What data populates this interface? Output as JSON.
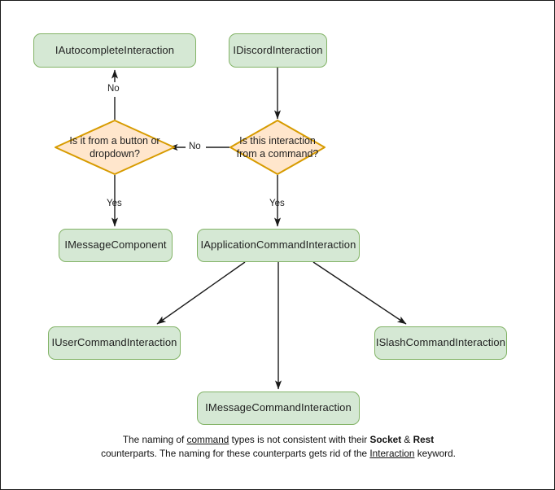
{
  "diagram": {
    "title": "Discord interaction type hierarchy flowchart",
    "colors": {
      "box_fill": "#d5e8d4",
      "box_stroke": "#82b366",
      "decision_fill": "#ffe6cc",
      "decision_stroke": "#d79b00",
      "edge_stroke": "#1a1a1a",
      "canvas_border": "#1a1a1a",
      "text": "#1f1f1f"
    },
    "nodes": [
      {
        "id": "autocomplete",
        "shape": "box",
        "label": "IAutocompleteInteraction"
      },
      {
        "id": "discord",
        "shape": "box",
        "label": "IDiscordInteraction"
      },
      {
        "id": "decision_button",
        "shape": "diamond",
        "label": "Is it from a button or dropdown?"
      },
      {
        "id": "decision_command",
        "shape": "diamond",
        "label": "Is this interaction from a command?"
      },
      {
        "id": "message_component",
        "shape": "box",
        "label": "IMessageComponent"
      },
      {
        "id": "app_command",
        "shape": "box",
        "label": "IApplicationCommandInteraction"
      },
      {
        "id": "user_command",
        "shape": "box",
        "label": "IUserCommandInteraction"
      },
      {
        "id": "slash_command",
        "shape": "box",
        "label": "ISlashCommandInteraction"
      },
      {
        "id": "message_command",
        "shape": "box",
        "label": "IMessageCommandInteraction"
      }
    ],
    "edges": [
      {
        "from": "discord",
        "to": "decision_command",
        "label": ""
      },
      {
        "from": "decision_command",
        "to": "decision_button",
        "label": "No"
      },
      {
        "from": "decision_button",
        "to": "autocomplete",
        "label": "No"
      },
      {
        "from": "decision_button",
        "to": "message_component",
        "label": "Yes"
      },
      {
        "from": "decision_command",
        "to": "app_command",
        "label": "Yes"
      },
      {
        "from": "app_command",
        "to": "user_command",
        "label": ""
      },
      {
        "from": "app_command",
        "to": "message_command",
        "label": ""
      },
      {
        "from": "app_command",
        "to": "slash_command",
        "label": ""
      }
    ],
    "edge_labels": {
      "no_vertical": "No",
      "no_horizontal": "No",
      "yes_left": "Yes",
      "yes_right": "Yes"
    },
    "caption": {
      "line1_a": "The naming of ",
      "line1_underline": "command",
      "line1_b": " types is not consistent with their",
      "line2_bold1": "Socket",
      "line2_amp": " & ",
      "line2_bold2": "Rest",
      "line2_rest": " counterparts. The naming for these",
      "line3_a": "counterparts gets rid of the ",
      "line3_underline": "Interaction",
      "line3_b": " keyword.",
      "full_text": "The naming of command types is not consistent with their Socket & Rest counterparts. The naming for these counterparts gets rid of the Interaction keyword."
    }
  }
}
